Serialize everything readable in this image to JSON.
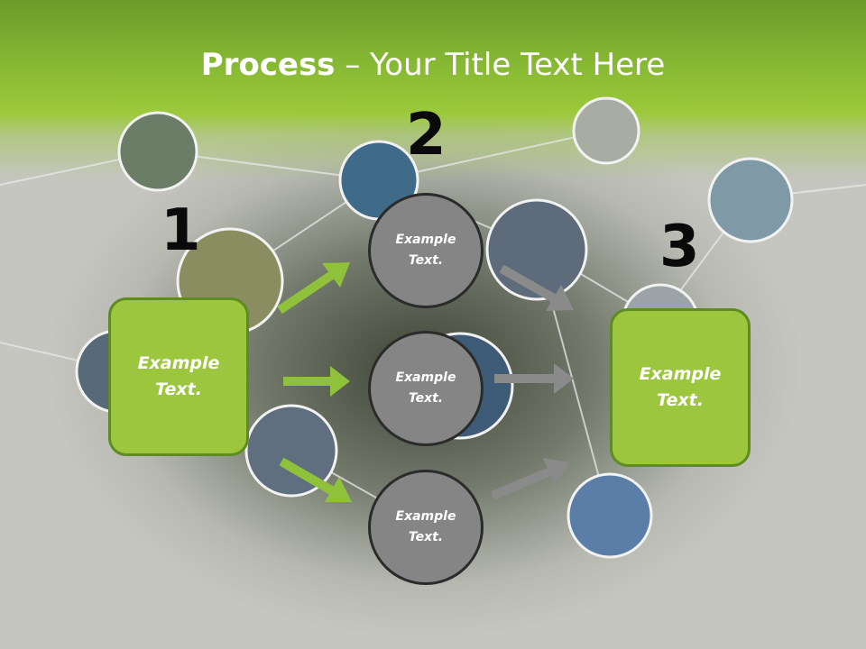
{
  "slide": {
    "title_bold": "Process",
    "title_rest": " – Your Title Text Here"
  },
  "steps": [
    {
      "number": "1",
      "label": "Example\nText."
    },
    {
      "number": "2"
    },
    {
      "number": "3",
      "label": "Example\nText."
    }
  ],
  "middle_circles": [
    {
      "label": "Example\nText."
    },
    {
      "label": "Example\nText."
    },
    {
      "label": "Example\nText."
    }
  ],
  "colors": {
    "header_green": "#86b833",
    "box_green": "#9bc63e",
    "box_border": "#5e8c22",
    "circle_gray": "#858585",
    "arrow_green": "#8fc23a",
    "arrow_gray": "#8a8a8a"
  }
}
